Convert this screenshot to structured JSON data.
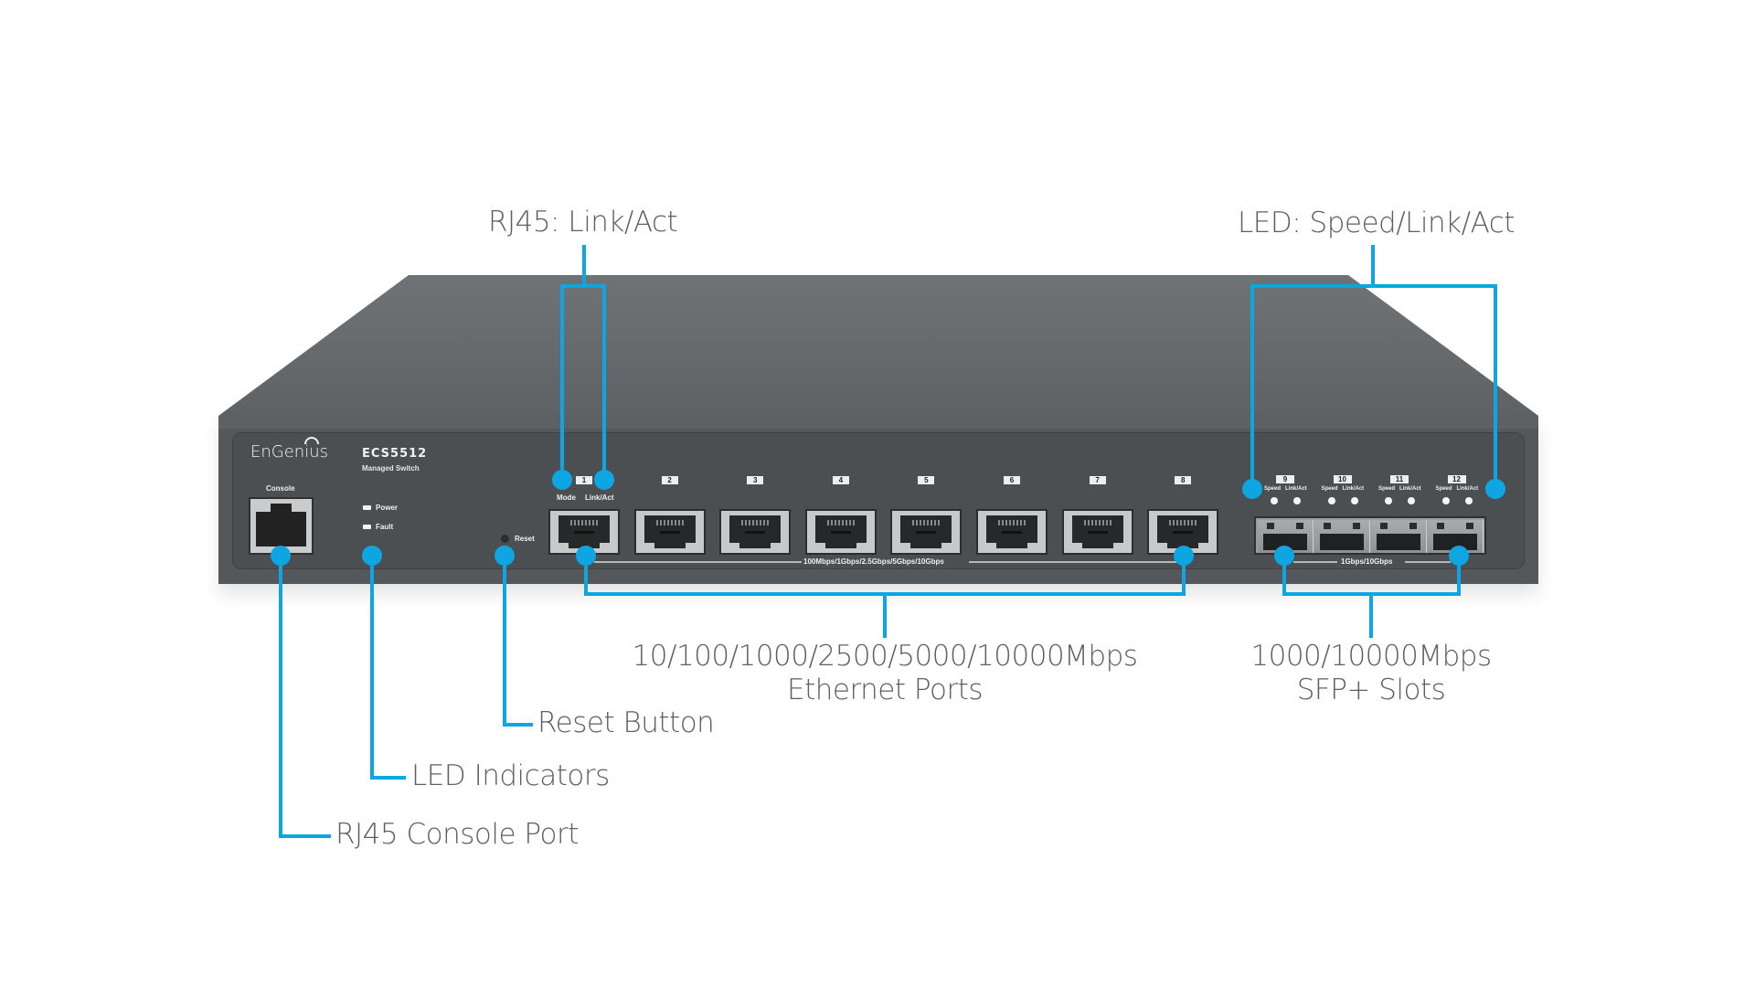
{
  "device": {
    "brand": "EnGenius",
    "model": "ECS5512",
    "subtitle": "Managed Switch",
    "console_label": "Console",
    "led_labels": [
      "Power",
      "Fault"
    ],
    "reset_label": "Reset",
    "port_1_sublabels": [
      "Mode",
      "Link/Act"
    ],
    "rj45_ports": [
      "1",
      "2",
      "3",
      "4",
      "5",
      "6",
      "7",
      "8"
    ],
    "rj45_speed_label": "100Mbps/1Gbps/2.5Gbps/5Gbps/10Gbps",
    "sfp_ports": [
      "9",
      "10",
      "11",
      "12"
    ],
    "sfp_led_labels": [
      "Speed",
      "Link/Act"
    ],
    "sfp_speed_label": "1Gbps/10Gbps"
  },
  "callouts": {
    "rj45_link_act": "RJ45: Link/Act",
    "led_speed_link_act": "LED: Speed/Link/Act",
    "ethernet_ports_line1": "10/100/1000/2500/5000/10000Mbps",
    "ethernet_ports_line2": "Ethernet Ports",
    "sfp_slots_line1": "1000/10000Mbps",
    "sfp_slots_line2": "SFP+ Slots",
    "reset_button": "Reset Button",
    "led_indicators": "LED Indicators",
    "console_port": "RJ45 Console Port"
  },
  "colors": {
    "accent": "#0ea5e3",
    "chassis": "#55585b",
    "label_text": "#5f5f5f"
  }
}
